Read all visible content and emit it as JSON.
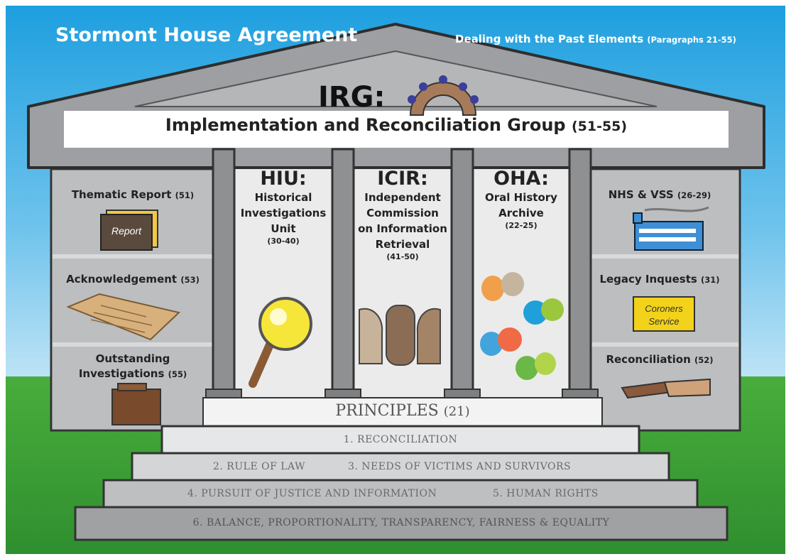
{
  "header": {
    "title": "Stormont House Agreement",
    "subtitle": "Dealing with the Past Elements",
    "subtitle_ref": "(Paragraphs 21-55)"
  },
  "irg": {
    "abbr": "IRG:",
    "full": "Implementation and Reconciliation Group",
    "ref": "(51-55)"
  },
  "columns": [
    {
      "abbr": "HIU:",
      "lines": [
        "Historical",
        "Investigations",
        "Unit"
      ],
      "ref": "(30-40)"
    },
    {
      "abbr": "ICIR:",
      "lines": [
        "Independent",
        "Commission",
        "on Information",
        "Retrieval"
      ],
      "ref": "(41-50)"
    },
    {
      "abbr": "OHA:",
      "lines": [
        "Oral History",
        "Archive"
      ],
      "ref": "(22-25)"
    }
  ],
  "left_panels": [
    {
      "label": "Thematic Report",
      "ref": "(51)",
      "icon": "report-book-icon",
      "icon_text": "Report"
    },
    {
      "label": "Acknowledgement",
      "ref": "(53)",
      "icon": "scroll-icon"
    },
    {
      "label_lines": [
        "Outstanding",
        "Investigations"
      ],
      "ref": "(55)",
      "icon": "folder-icon"
    }
  ],
  "right_panels": [
    {
      "label": "NHS & VSS",
      "ref": "(26-29)",
      "icon": "building-icon"
    },
    {
      "label": "Legacy Inquests",
      "ref": "(31)",
      "icon": "sign-icon",
      "icon_text": [
        "Coroners",
        "Service"
      ]
    },
    {
      "label": "Reconciliation",
      "ref": "(52)",
      "icon": "handshake-icon"
    }
  ],
  "principles": {
    "title": "PRINCIPLES",
    "ref": "(21)",
    "steps": [
      [
        "1. RECONCILIATION"
      ],
      [
        "2. RULE OF LAW",
        "3. NEEDS OF VICTIMS AND SURVIVORS"
      ],
      [
        "4. PURSUIT OF JUSTICE AND INFORMATION",
        "5. HUMAN RIGHTS"
      ],
      [
        "6. BALANCE, PROPORTIONALITY, TRANSPARENCY, FAIRNESS & EQUALITY"
      ]
    ]
  },
  "colors": {
    "sky": "#2a9fdf",
    "grass": "#3f9e38",
    "stone": "#9d9fa2",
    "stone_dark": "#5a5c5e",
    "wall": "#d9dadb"
  }
}
